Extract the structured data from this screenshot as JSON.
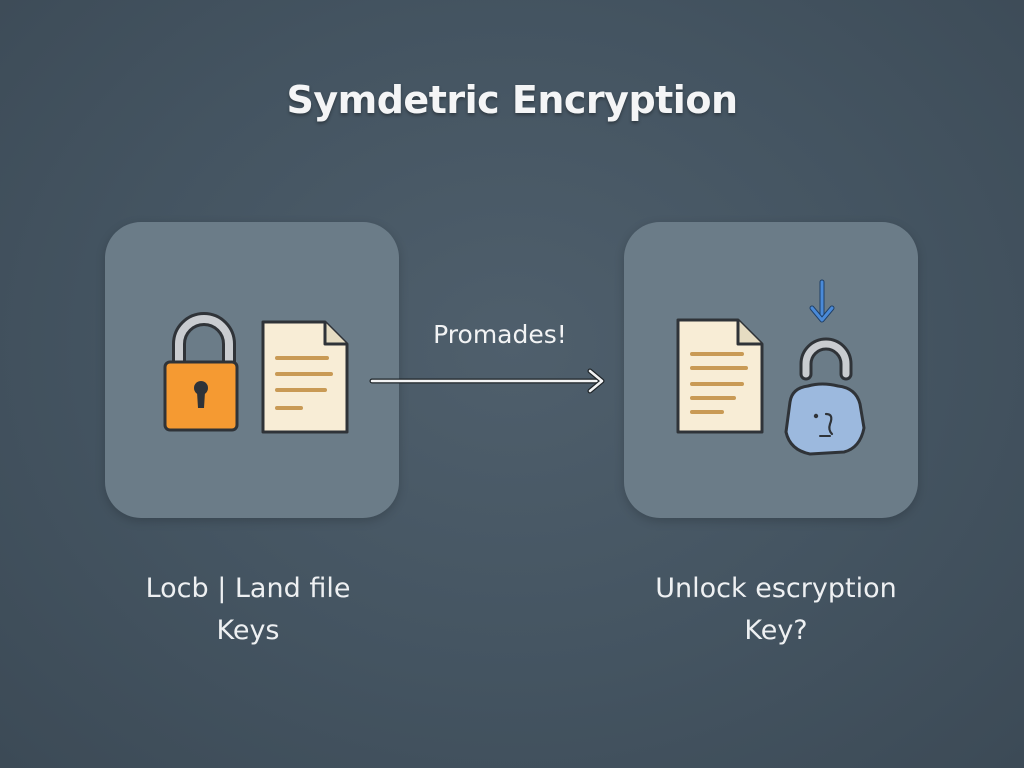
{
  "title": "Symdetric Encryption",
  "arrow": {
    "label": "Promades!"
  },
  "panels": [
    {
      "caption_line1": "Locb | Land file",
      "caption_line2": "Keys",
      "icons": [
        "padlock-icon",
        "document-icon"
      ]
    },
    {
      "caption_line1": "Unlock escryption",
      "caption_line2": "Key?",
      "icons": [
        "document-icon",
        "down-arrow-icon",
        "unlocked-padlock-icon"
      ]
    }
  ],
  "colors": {
    "background": "#445461",
    "panel": "#6b7c88",
    "padlock": "#f59a32",
    "document": "#f8edd6",
    "document_lines": "#c99a55",
    "unlocked_body": "#9cb9de",
    "accent_arrow": "#4a8ad8"
  }
}
